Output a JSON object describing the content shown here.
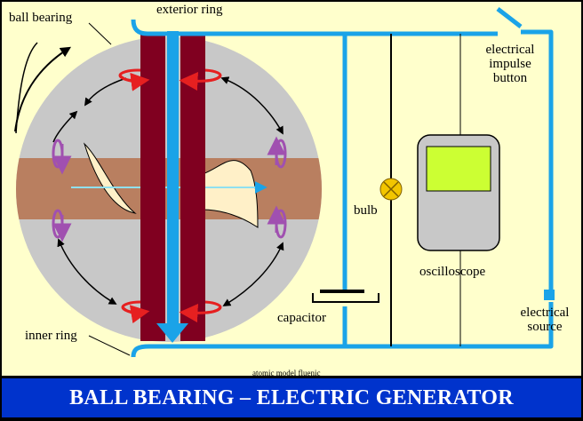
{
  "labels": {
    "ball_bearing": "ball bearing",
    "exterior_ring": "exterior ring",
    "electrical_impulse_button": [
      "electrical",
      "impulse",
      "button"
    ],
    "bulb": "bulb",
    "oscilloscope": "oscilloscope",
    "capacitor": "capacitor",
    "electrical_source": [
      "electrical",
      "source"
    ],
    "inner_ring": "inner ring",
    "atomic_model": "atomic model fluenic"
  },
  "title": "BALL BEARING – ELECTRIC GENERATOR",
  "colors": {
    "background": "#FFFFCC",
    "banner": "#0033CC",
    "wire": "#1AA3E8",
    "ring": "#800020",
    "ball": "#C8C8C8",
    "band": "#B97F60",
    "screen": "#CCFF33",
    "red_arrow": "#E62020",
    "purple_arrow": "#A050B0"
  }
}
